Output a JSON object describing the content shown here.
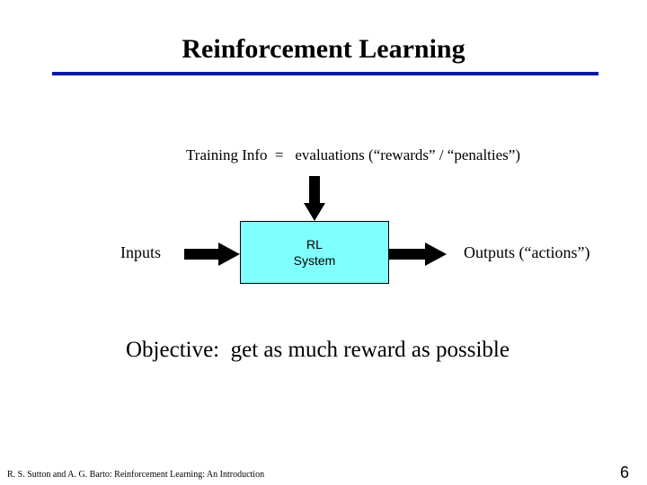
{
  "slide": {
    "title": "Reinforcement Learning",
    "colors": {
      "title_rule": "#0a1aa0",
      "box_fill": "#80ffff"
    }
  },
  "diagram": {
    "training_info": "Training Info  =   evaluations (“rewards” / “penalties”)",
    "inputs_label": "Inputs",
    "box_line1": "RL",
    "box_line2": "System",
    "outputs_label": "Outputs (“actions”)"
  },
  "objective": "Objective:  get as much reward as possible",
  "footer": {
    "citation": "R. S. Sutton and A. G. Barto: Reinforcement Learning: An Introduction",
    "page_number": "6"
  }
}
